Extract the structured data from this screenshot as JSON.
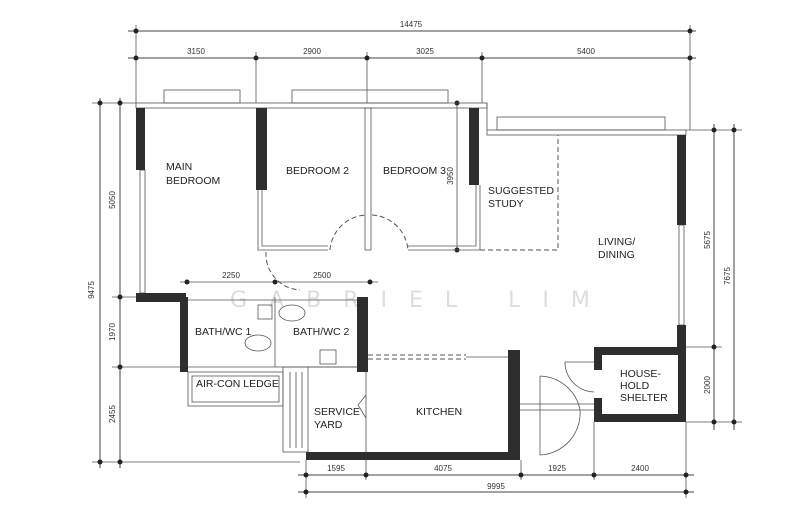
{
  "rooms": {
    "main_bedroom": [
      "MAIN",
      "BEDROOM"
    ],
    "bedroom_2": "BEDROOM 2",
    "bedroom_3": "BEDROOM 3",
    "study": [
      "SUGGESTED",
      "STUDY"
    ],
    "living": [
      "LIVING/",
      "DINING"
    ],
    "bath_1": "BATH/WC 1",
    "bath_2": "BATH/WC 2",
    "aircon": "AIR-CON LEDGE",
    "service_yard": [
      "SERVICE",
      "YARD"
    ],
    "kitchen": "KITCHEN",
    "shelter": [
      "HOUSE-",
      "HOLD",
      "SHELTER"
    ]
  },
  "dimensions": {
    "top_total": "14475",
    "top": [
      "3150",
      "2900",
      "3025",
      "5400"
    ],
    "bedroom3_depth": "3950",
    "bath": [
      "2250",
      "2500"
    ],
    "left_total": "9475",
    "left": [
      "5050",
      "1970",
      "2455"
    ],
    "right": [
      "5675",
      "2000"
    ],
    "right_total": "7675",
    "bottom": [
      "1595",
      "4075",
      "1925",
      "2400"
    ],
    "bottom_total": "9995"
  },
  "watermark": "GABRIEL LIM"
}
